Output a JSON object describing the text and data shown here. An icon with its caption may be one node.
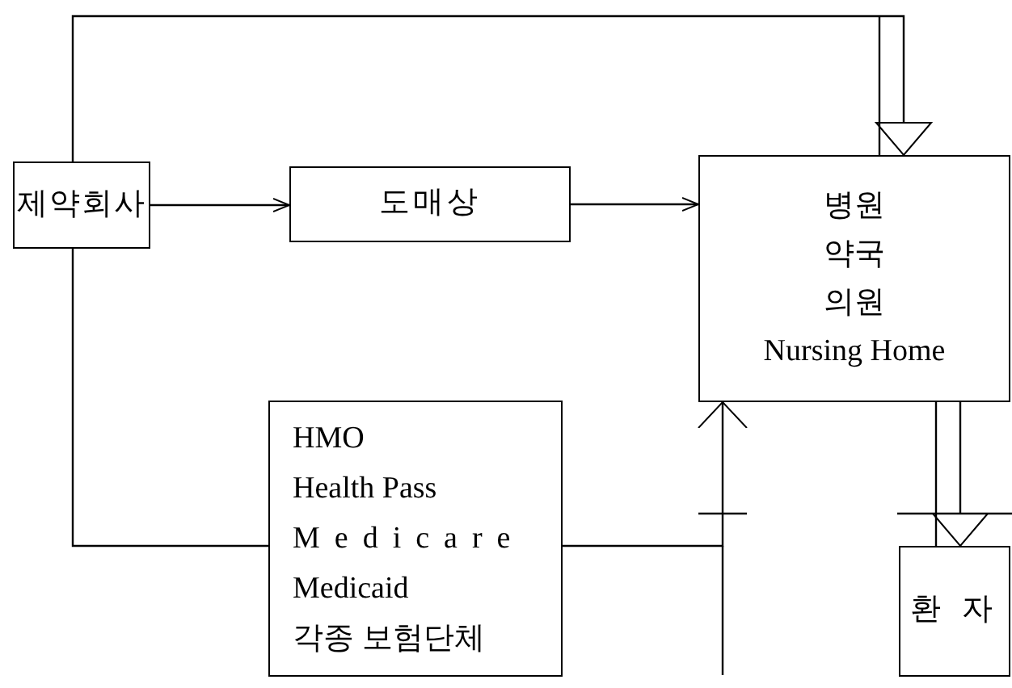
{
  "diagram": {
    "nodes": [
      {
        "text": [
          "제약회사"
        ]
      },
      {
        "text": [
          "도매상"
        ]
      },
      {
        "text": [
          "병원",
          "약국",
          "의원",
          "Nursing Home"
        ]
      },
      {
        "text": [
          "HMO",
          "Health Pass",
          "Medicare",
          "Medicaid",
          "각종 보험단체"
        ]
      },
      {
        "text": [
          "환 자"
        ]
      }
    ],
    "edges": [
      {
        "from": 0,
        "to": 1,
        "arrow": "to"
      },
      {
        "from": 1,
        "to": 2,
        "arrow": "to"
      },
      {
        "from": 0,
        "to": 2,
        "arrow": "to"
      },
      {
        "from": 0,
        "to": 3,
        "arrow": "none"
      },
      {
        "from": 3,
        "to": 2,
        "arrow": "to"
      },
      {
        "from": 2,
        "to": 4,
        "arrow": "to"
      }
    ]
  }
}
